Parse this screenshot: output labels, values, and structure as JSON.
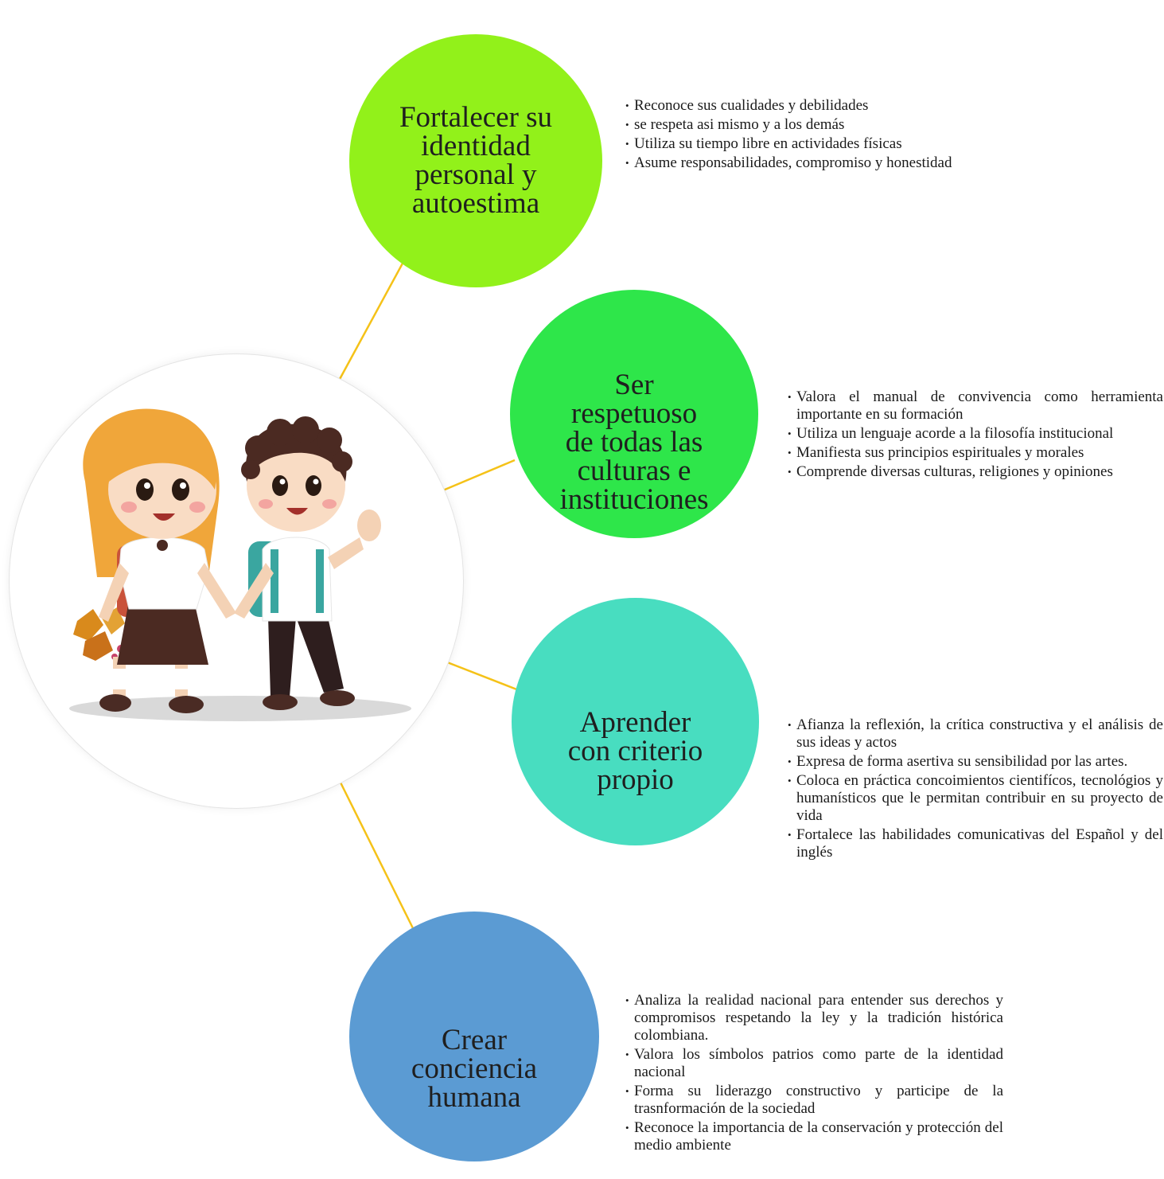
{
  "center": {
    "illustration": "two-children-walking-holding-hands"
  },
  "connector_color": "#f5c218",
  "branches": [
    {
      "title": "Fortalecer su identidad personal y autoestima",
      "color": "#92f11a",
      "items": [
        "Reconoce sus cualidades y debilidades",
        "se respeta asi mismo y a los demás",
        "Utiliza su tiempo libre en actividades físicas",
        "Asume responsabilidades, compromiso y honestidad"
      ]
    },
    {
      "title": "Ser respetuoso de todas las culturas e instituciones",
      "color": "#2ee64a",
      "items": [
        "Valora el manual de convivencia como herramienta importante en su formación",
        "Utiliza un lenguaje acorde a la filosofía institucional",
        "Manifiesta sus principios espirituales y morales",
        "Comprende diversas culturas, religiones y opiniones"
      ]
    },
    {
      "title": "Aprender con criterio propio",
      "color": "#48ddc0",
      "items": [
        "Afianza la reflexión, la crítica constructiva y el análisis de sus ideas y actos",
        "Expresa de forma asertiva su sensibilidad por las artes.",
        "Coloca en práctica concoimientos cientifícos, tecnológios y humanísticos que le permitan contribuir en su proyecto de vida",
        "Fortalece las habilidades comunicativas del Español y del inglés"
      ]
    },
    {
      "title": "Crear conciencia humana",
      "color": "#5b9bd3",
      "items": [
        "Analiza la realidad nacional para entender sus derechos y compromisos respetando la ley y la tradición histórica colombiana.",
        "Valora los símbolos patrios como parte de la identidad nacional",
        "Forma su liderazgo constructivo y participe de la trasnformación de la sociedad",
        "Reconoce la importancia de la conservación y protección del medio ambiente"
      ]
    }
  ]
}
